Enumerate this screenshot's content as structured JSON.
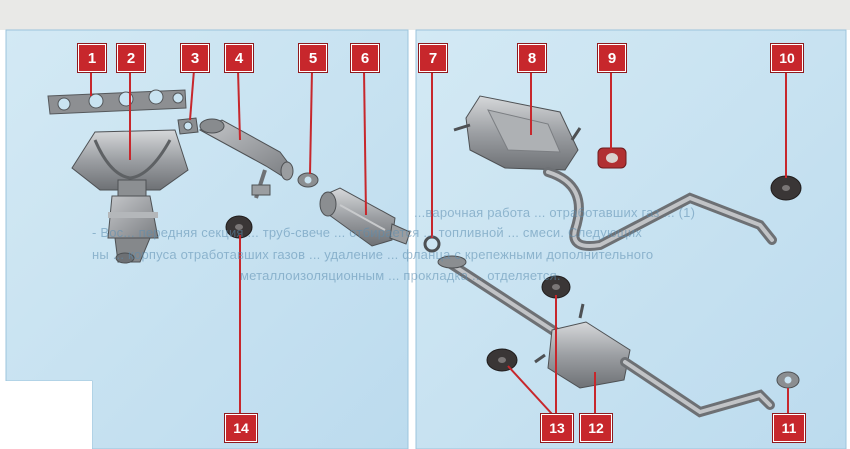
{
  "colors": {
    "panel": "#c9e3f1",
    "callout": "#c7272c",
    "metal": "#9a9da0",
    "rubber": "#3a3636"
  },
  "callouts": [
    "1",
    "2",
    "3",
    "4",
    "5",
    "6",
    "7",
    "8",
    "9",
    "10",
    "11",
    "12",
    "13",
    "14"
  ],
  "background_text": [
    "...варочная работа ... отработавших газ ... (1)",
    "- Вос... передняя секция ... труб-свече ... отбирается ... топливной ... смеси. Следующих",
    "ны ... корпуса отработавших газов ... удаление ... фланца с крепежными дополнительного",
    "металлоизоляционным ... прокладка ... отделяется."
  ]
}
